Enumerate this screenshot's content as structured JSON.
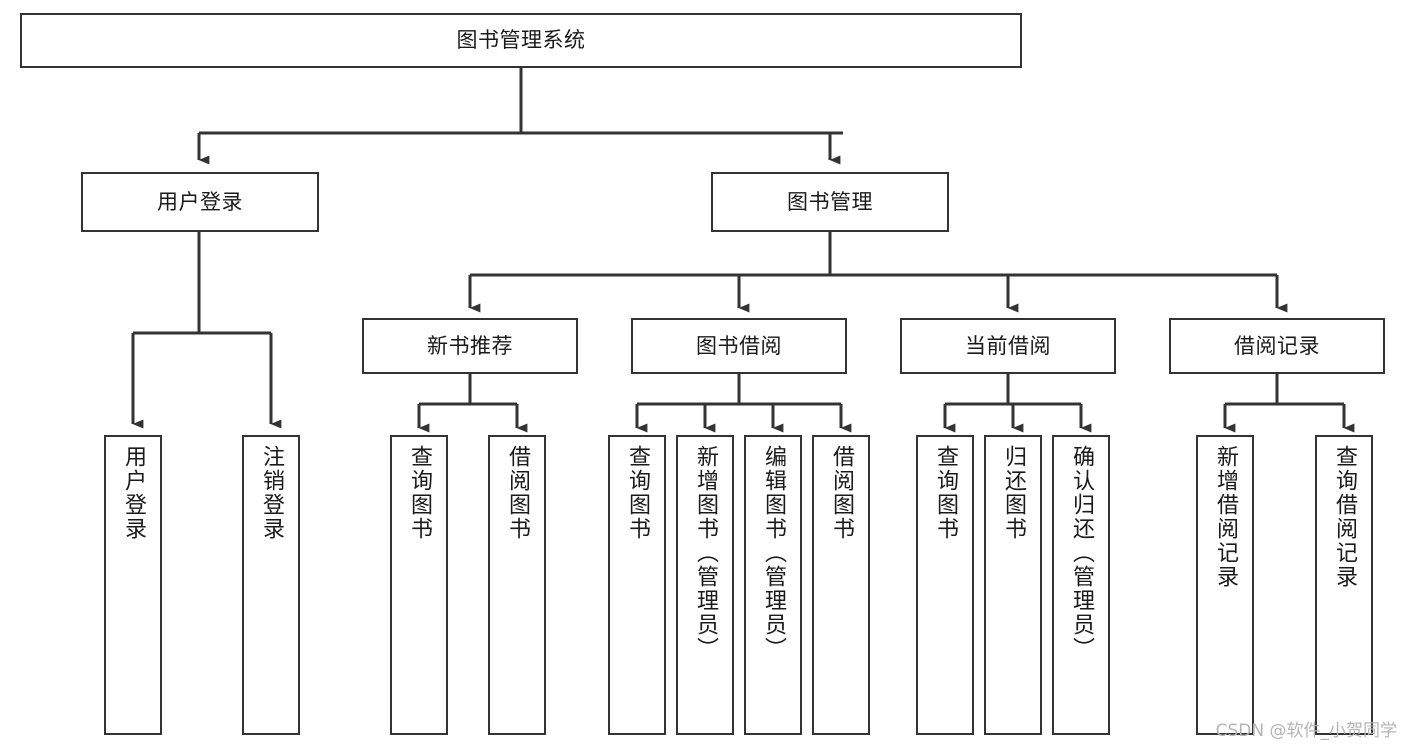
{
  "diagram": {
    "title": "图书管理系统",
    "type": "tree-hierarchy-chart",
    "orientation": "top-down",
    "colors": {
      "background": "#ffffff",
      "node_border": "#333333",
      "node_fill": "#ffffff",
      "edge": "#333333",
      "text": "#1a1a1a",
      "watermark": "#b4b4b4"
    },
    "nodes": {
      "root": {
        "label": "图书管理系统",
        "level": 0,
        "text_direction": "horizontal"
      },
      "user_login": {
        "label": "用户登录",
        "level": 1,
        "text_direction": "horizontal"
      },
      "book_manage": {
        "label": "图书管理",
        "level": 1,
        "text_direction": "horizontal"
      },
      "new_book_rec": {
        "label": "新书推荐",
        "level": 2,
        "text_direction": "horizontal"
      },
      "book_borrow": {
        "label": "图书借阅",
        "level": 2,
        "text_direction": "horizontal"
      },
      "current_borrow": {
        "label": "当前借阅",
        "level": 2,
        "text_direction": "horizontal"
      },
      "borrow_record": {
        "label": "借阅记录",
        "level": 2,
        "text_direction": "horizontal"
      },
      "leaf_user_login": {
        "label": "用户登录",
        "level": 3,
        "text_direction": "vertical"
      },
      "leaf_logout": {
        "label": "注销登录",
        "level": 3,
        "text_direction": "vertical"
      },
      "leaf_query_book_1": {
        "label": "查询图书",
        "level": 3,
        "text_direction": "vertical"
      },
      "leaf_borrow_book_1": {
        "label": "借阅图书",
        "level": 3,
        "text_direction": "vertical"
      },
      "leaf_query_book_2": {
        "label": "查询图书",
        "level": 3,
        "text_direction": "vertical"
      },
      "leaf_add_book": {
        "label": "新增图书（管理员）",
        "level": 3,
        "text_direction": "vertical"
      },
      "leaf_edit_book": {
        "label": "编辑图书（管理员）",
        "level": 3,
        "text_direction": "vertical"
      },
      "leaf_borrow_book_2": {
        "label": "借阅图书",
        "level": 3,
        "text_direction": "vertical"
      },
      "leaf_query_book_3": {
        "label": "查询图书",
        "level": 3,
        "text_direction": "vertical"
      },
      "leaf_return_book": {
        "label": "归还图书",
        "level": 3,
        "text_direction": "vertical"
      },
      "leaf_confirm_return": {
        "label": "确认归还（管理员）",
        "level": 3,
        "text_direction": "vertical"
      },
      "leaf_add_record": {
        "label": "新增借阅记录",
        "level": 3,
        "text_direction": "vertical"
      },
      "leaf_query_record": {
        "label": "查询借阅记录",
        "level": 3,
        "text_direction": "vertical"
      }
    },
    "edges": [
      {
        "from": "root",
        "to": "user_login"
      },
      {
        "from": "root",
        "to": "book_manage"
      },
      {
        "from": "user_login",
        "to": "leaf_user_login"
      },
      {
        "from": "user_login",
        "to": "leaf_logout"
      },
      {
        "from": "book_manage",
        "to": "new_book_rec"
      },
      {
        "from": "book_manage",
        "to": "book_borrow"
      },
      {
        "from": "book_manage",
        "to": "current_borrow"
      },
      {
        "from": "book_manage",
        "to": "borrow_record"
      },
      {
        "from": "new_book_rec",
        "to": "leaf_query_book_1"
      },
      {
        "from": "new_book_rec",
        "to": "leaf_borrow_book_1"
      },
      {
        "from": "book_borrow",
        "to": "leaf_query_book_2"
      },
      {
        "from": "book_borrow",
        "to": "leaf_add_book"
      },
      {
        "from": "book_borrow",
        "to": "leaf_edit_book"
      },
      {
        "from": "book_borrow",
        "to": "leaf_borrow_book_2"
      },
      {
        "from": "current_borrow",
        "to": "leaf_query_book_3"
      },
      {
        "from": "current_borrow",
        "to": "leaf_return_book"
      },
      {
        "from": "current_borrow",
        "to": "leaf_confirm_return"
      },
      {
        "from": "borrow_record",
        "to": "leaf_add_record"
      },
      {
        "from": "borrow_record",
        "to": "leaf_query_record"
      }
    ]
  },
  "watermark": {
    "text": "CSDN @软件_小贺同学"
  }
}
